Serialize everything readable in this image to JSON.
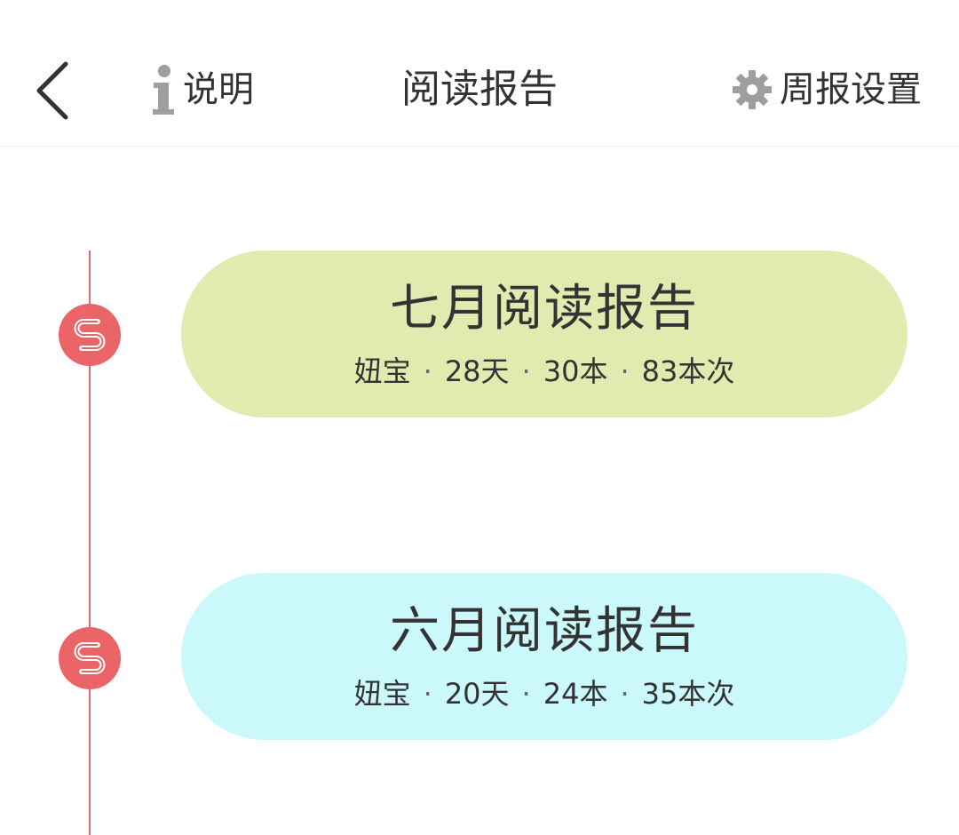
{
  "header": {
    "info_label": "说明",
    "title": "阅读报告",
    "settings_label": "周报设置"
  },
  "colors": {
    "timeline": "#e36a6e",
    "icon_gray": "#9e9e9e",
    "card_july": "#e1ebb0",
    "card_june": "#cbf9fb"
  },
  "reports": [
    {
      "title": "七月阅读报告",
      "child": "妞宝",
      "days": "28天",
      "books": "30本",
      "times": "83本次",
      "sep": "·"
    },
    {
      "title": "六月阅读报告",
      "child": "妞宝",
      "days": "20天",
      "books": "24本",
      "times": "35本次",
      "sep": "·"
    }
  ]
}
